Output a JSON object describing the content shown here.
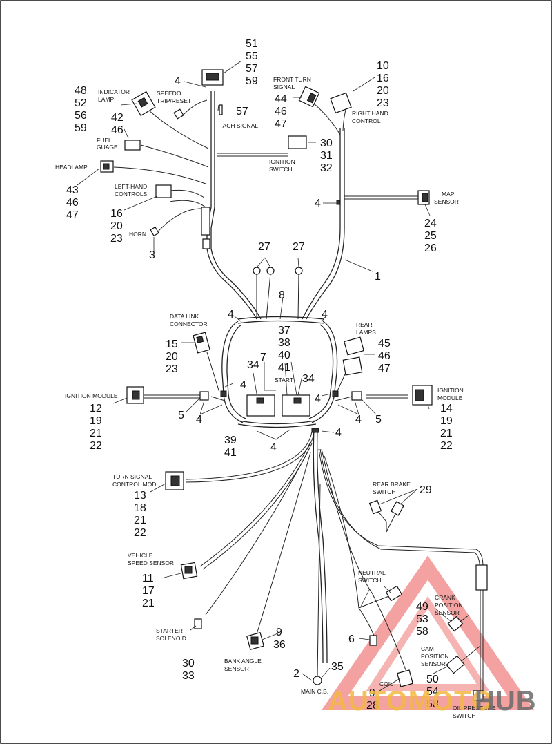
{
  "labels": {
    "indicator_lamp": [
      "INDICATOR",
      "LAMP"
    ],
    "speedo": [
      "SPEEDO",
      "TRIP/RESET"
    ],
    "tach_signal": "TACH SIGNAL",
    "front_turn_signal": [
      "FRONT TURN",
      "SIGNAL"
    ],
    "right_hand_control": [
      "RIGHT HAND",
      "CONTROL"
    ],
    "fuel_guage": [
      "FUEL",
      "GUAGE"
    ],
    "ignition_switch": [
      "IGNITION",
      "SWITCH"
    ],
    "headlamp": "HEADLAMP",
    "left_hand_controls": [
      "LEFT-HAND",
      "CONTROLS"
    ],
    "map_sensor": [
      "MAP",
      "SENSOR"
    ],
    "horn": "HORN",
    "data_link_connector": [
      "DATA LINK",
      "CONNECTOR"
    ],
    "rear_lamps": [
      "REAR",
      "LAMPS"
    ],
    "start": "START",
    "ignition_module_left": "IGNITION MODULE",
    "ignition_module_right": [
      "IGNITION",
      "MODULE"
    ],
    "turn_signal_control": [
      "TURN SIGNAL",
      "CONTROL MOD."
    ],
    "rear_brake_switch": [
      "REAR BRAKE",
      "SWITCH"
    ],
    "vehicle_speed_sensor": [
      "VEHICLE",
      "SPEED SENSOR"
    ],
    "neutral_switch": [
      "NEUTRAL",
      "SWITCH"
    ],
    "crank_position_sensor": [
      "CRANK",
      "POSITION",
      "SENSOR"
    ],
    "cam_position_sensor": [
      "CAM",
      "POSITION",
      "SENSOR"
    ],
    "starter_solenoid": [
      "STARTER",
      "SOLENOID"
    ],
    "bank_angle_sensor": [
      "BANK ANGLE",
      "SENSOR"
    ],
    "main_cb": "MAIN C.B.",
    "coil": "COIL",
    "oil_pressure_switch": [
      "OIL PRESSURE",
      "SWITCH"
    ]
  },
  "callouts": {
    "c51_59": [
      "51",
      "55",
      "57",
      "59"
    ],
    "c4_speedo": "4",
    "c57": "57",
    "c48_59": [
      "48",
      "52",
      "56",
      "59"
    ],
    "c42_46": [
      "42",
      "46"
    ],
    "c44_47": [
      "44",
      "46",
      "47"
    ],
    "c10_23": [
      "10",
      "16",
      "20",
      "23"
    ],
    "c30_32": [
      "30",
      "31",
      "32"
    ],
    "c43_47": [
      "43",
      "46",
      "47"
    ],
    "c16_23": [
      "16",
      "20",
      "23"
    ],
    "c3": "3",
    "c4_map": "4",
    "c24_26": [
      "24",
      "25",
      "26"
    ],
    "c27_left": "27",
    "c27_right": "27",
    "c1": "1",
    "c8": "8",
    "c4_tl": "4",
    "c4_tr": "4",
    "c37_41": [
      "37",
      "38",
      "40",
      "41"
    ],
    "c45_47": [
      "45",
      "46",
      "47"
    ],
    "c15_23": [
      "15",
      "20",
      "23"
    ],
    "c34_left": "34",
    "c7": "7",
    "c34_right": "34",
    "c4_mid_left": "4",
    "c4_mid_right": "4",
    "c12_22": [
      "12",
      "19",
      "21",
      "22"
    ],
    "c14_22": [
      "14",
      "19",
      "21",
      "22"
    ],
    "c5_left": "5",
    "c4_bl": "4",
    "c4_br": "4",
    "c5_right": "5",
    "c39_41": [
      "39",
      "41"
    ],
    "c4_bottom": "4",
    "c4_harness": "4",
    "c13_22": [
      "13",
      "18",
      "21",
      "22"
    ],
    "c29": "29",
    "c11_21": [
      "11",
      "17",
      "21"
    ],
    "c49_58": [
      "49",
      "53",
      "58"
    ],
    "c6": "6",
    "c9_36": [
      "9",
      "36"
    ],
    "c30_33": [
      "30",
      "33"
    ],
    "c2": "2",
    "c35": "35",
    "c50_58": [
      "50",
      "54",
      "58"
    ],
    "c9_28": [
      "9",
      "28"
    ]
  },
  "watermark": {
    "text_a": "AUTOMOTO",
    "text_b": "HUB",
    "color_a": "#f4b942",
    "color_b": "#6a6a6a",
    "triangle_color": "#e53935"
  }
}
